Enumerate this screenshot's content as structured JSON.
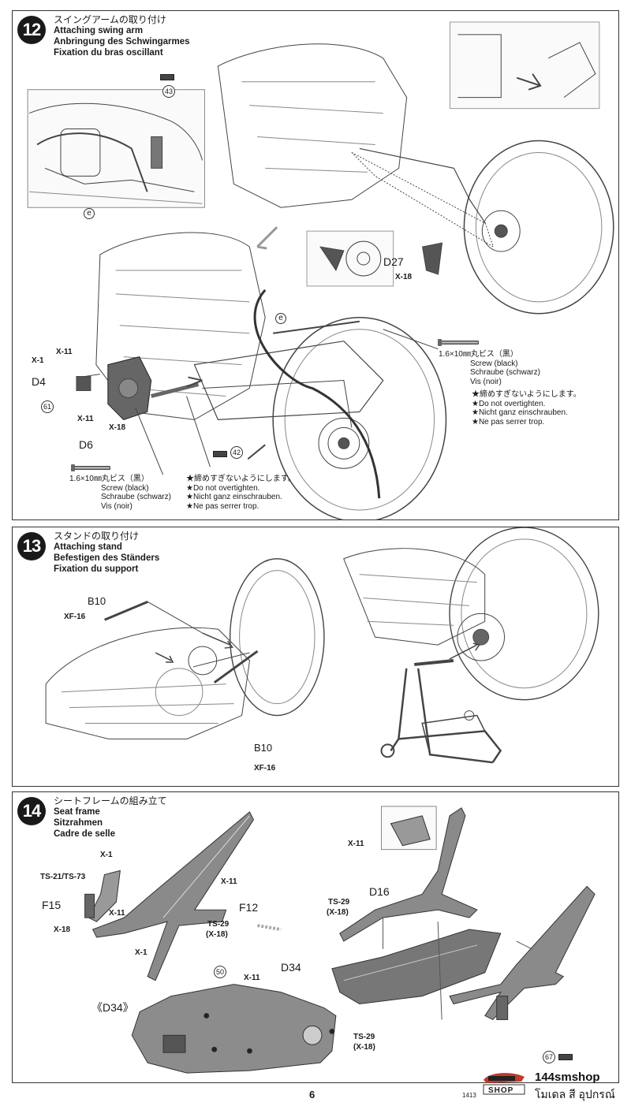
{
  "steps": [
    {
      "number": "12",
      "title_jp": "スイングアームの取り付け",
      "title_en": "Attaching swing arm",
      "title_de": "Anbringung des Schwingarmes",
      "title_fr": "Fixation du bras oscillant",
      "parts": {
        "d27": "D27",
        "d4": "D4",
        "d6": "D6",
        "x18_a": "X-18",
        "x1": "X-1",
        "x11_a": "X-11",
        "x11_b": "X-11",
        "x18_b": "X-18",
        "e_a": "e",
        "e_b": "e",
        "n43": "43",
        "n61": "61",
        "n42": "42"
      },
      "screw_right": {
        "size": "1.6×10㎜丸ビス（黒）",
        "name_en": "Screw (black)",
        "name_de": "Schraube (schwarz)",
        "name_fr": "Vis (noir)"
      },
      "screw_left": {
        "size": "1.6×10㎜丸ビス（黒）",
        "name_en": "Screw (black)",
        "name_de": "Schraube (schwarz)",
        "name_fr": "Vis (noir)"
      },
      "note_right": [
        "★締めすぎないようにします。",
        "★Do not overtighten.",
        "★Nicht ganz einschrauben.",
        "★Ne pas serrer trop."
      ],
      "note_left": [
        "★締めすぎないようにします。",
        "★Do not overtighten.",
        "★Nicht ganz einschrauben.",
        "★Ne pas serrer trop."
      ]
    },
    {
      "number": "13",
      "title_jp": "スタンドの取り付け",
      "title_en": "Attaching stand",
      "title_de": "Befestigen des Ständers",
      "title_fr": "Fixation du support",
      "parts": {
        "b10_a": "B10",
        "xf16_a": "XF-16",
        "b10_b": "B10",
        "xf16_b": "XF-16"
      }
    },
    {
      "number": "14",
      "title_jp": "シートフレームの組み立て",
      "title_en": "Seat frame",
      "title_de": "Sitzrahmen",
      "title_fr": "Cadre de selle",
      "parts": {
        "x1_a": "X-1",
        "ts21": "TS-21/TS-73",
        "f15": "F15",
        "x11_a": "X-11",
        "x18": "X-18",
        "x1_b": "X-1",
        "x11_b": "X-11",
        "f12": "F12",
        "ts29_a": "TS-29",
        "x18_paren_a": "(X-18)",
        "x11_c": "X-11",
        "d16": "D16",
        "ts29_b": "TS-29",
        "x18_paren_b": "(X-18)",
        "d34": "D34",
        "d34_view": "《D34》",
        "n50": "50",
        "x11_d": "X-11",
        "ts29_c": "TS-29",
        "x18_paren_c": "(X-18)",
        "n67": "67"
      }
    }
  ],
  "footer": {
    "page_number": "6",
    "kit_code": "1413",
    "shop_name": "144smshop",
    "shop_sub": "โมเดล สี อุปกรณ์",
    "logo_text": "SHOP"
  }
}
